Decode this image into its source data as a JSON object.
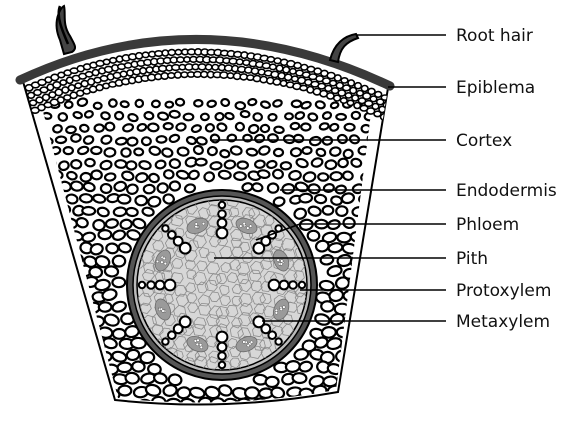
{
  "labels": {
    "root_hair": "Root hair",
    "epiblema": "Epiblema",
    "cortex": "Cortex",
    "endodermis": "Endodermis",
    "phloem": "Phloem",
    "pith": "Pith",
    "protoxylem": "Protoxylem",
    "metaxylem": "Metaxylem"
  },
  "colors": {
    "outline": "#000000",
    "epiblema_band": "#3a3a3a",
    "pericycle_ring": "#555555",
    "stele_fill": "#d7d7d7",
    "phloem_fill": "#9a9a9a",
    "background": "#ffffff"
  }
}
